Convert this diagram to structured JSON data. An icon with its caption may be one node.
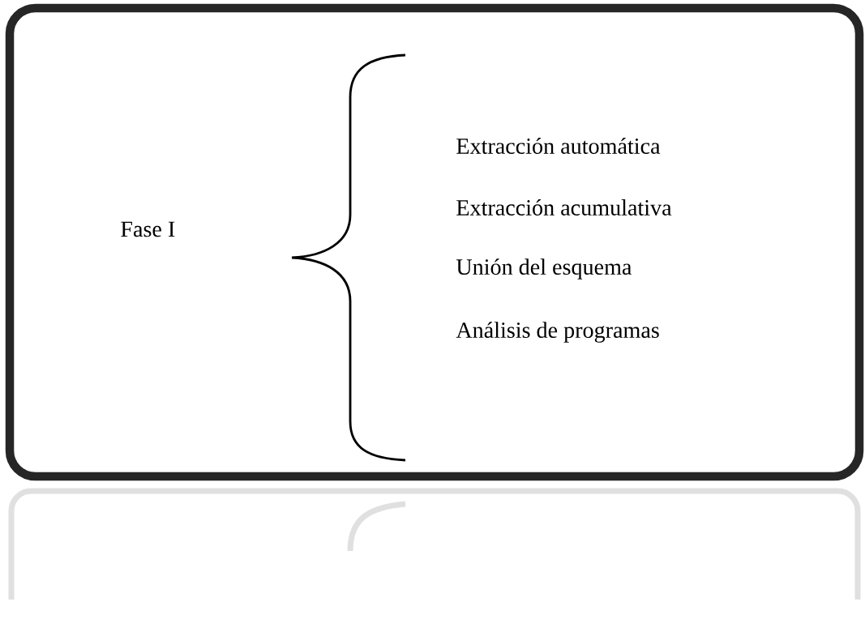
{
  "diagram": {
    "labels": [
      "Fase I",
      "Extracción automática",
      "Extracción acumulativa",
      "Unión del esquema",
      "Análisis de programas"
    ]
  }
}
